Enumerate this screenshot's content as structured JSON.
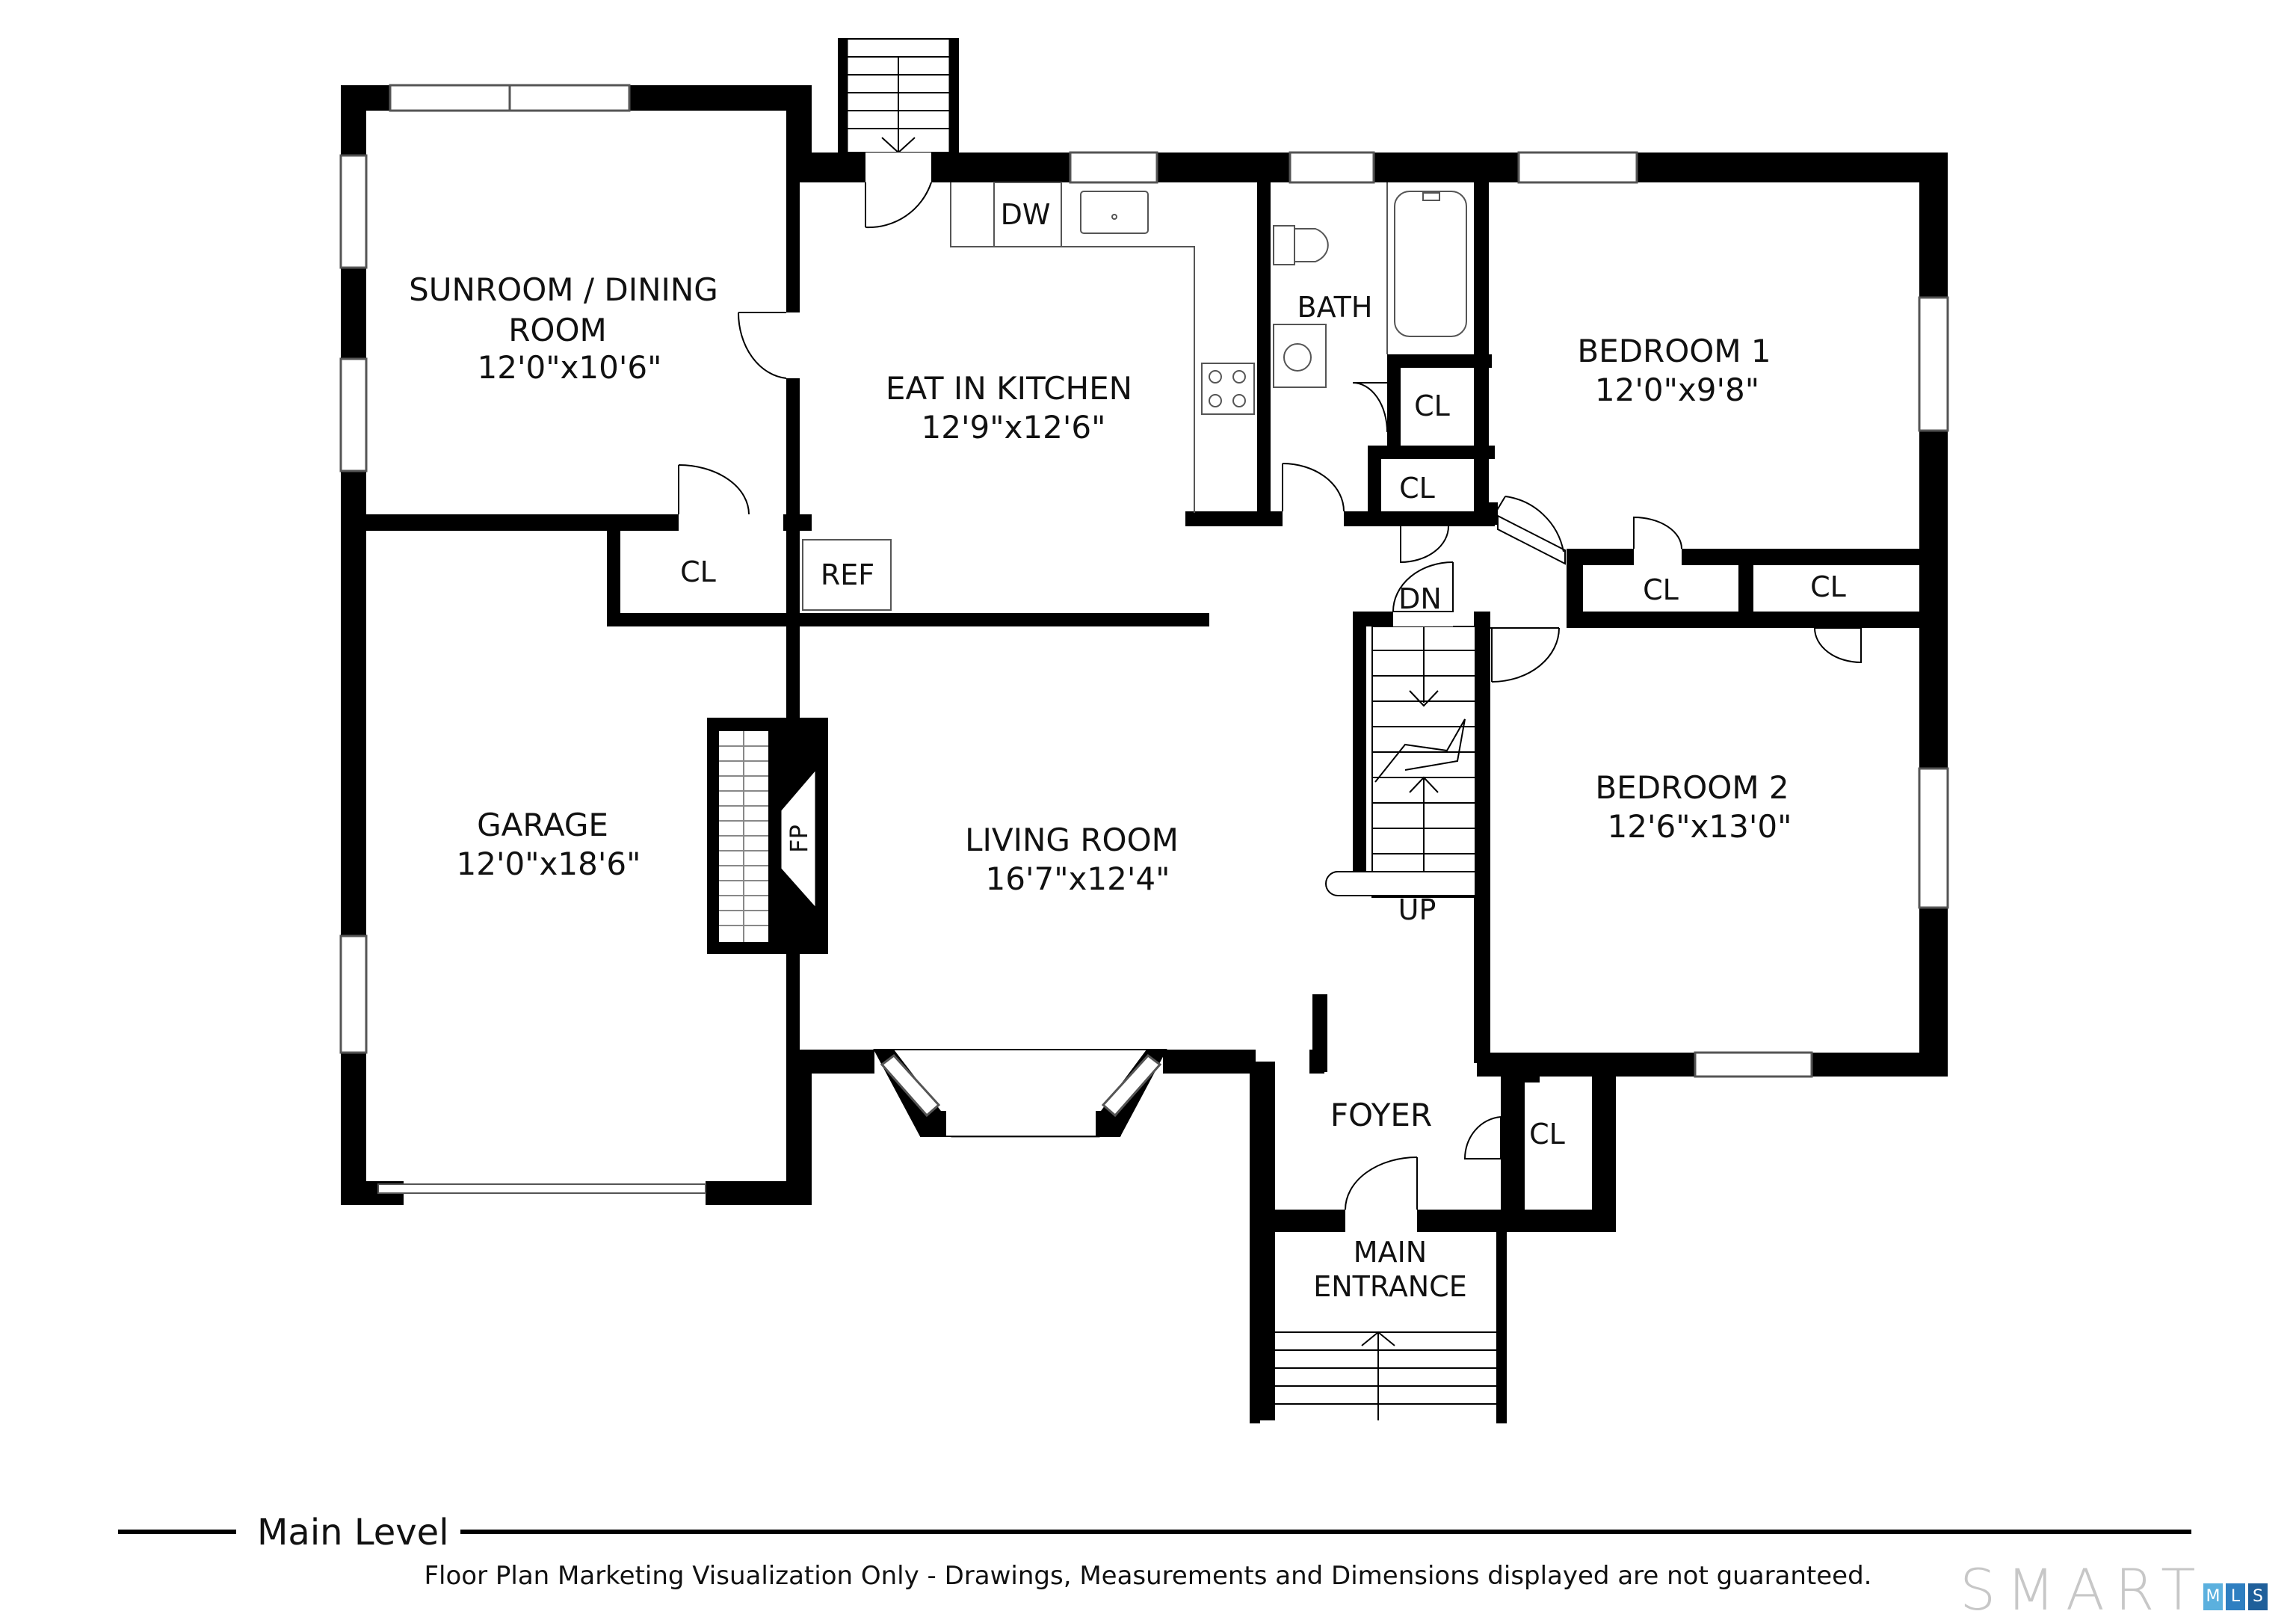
{
  "rooms": {
    "sunroom": {
      "name_1": "SUNROOM / DINING",
      "name_2": "ROOM",
      "size": "12'0\"x10'6\""
    },
    "kitchen": {
      "name": "EAT IN KITCHEN",
      "size": "12'9\"x12'6\""
    },
    "bath": {
      "name": "BATH"
    },
    "bedroom1": {
      "name": "BEDROOM 1",
      "size": "12'0\"x9'8\""
    },
    "bedroom2": {
      "name": "BEDROOM 2",
      "size": "12'6\"x13'0\""
    },
    "garage": {
      "name": "GARAGE",
      "size": "12'0\"x18'6\""
    },
    "living": {
      "name": "LIVING ROOM",
      "size": "16'7\"x12'4\""
    },
    "foyer": {
      "name": "FOYER"
    },
    "entrance": {
      "name_1": "MAIN",
      "name_2": "ENTRANCE"
    }
  },
  "fixtures": {
    "dw": "DW",
    "ref": "REF",
    "fp": "FP",
    "closet": "CL",
    "stairs_down": "DN",
    "stairs_up": "UP"
  },
  "legend": {
    "level": "Main Level",
    "disclaimer": "Floor Plan Marketing Visualization Only - Drawings, Measurements and Dimensions displayed are not guaranteed."
  },
  "logo": {
    "word": "SMART",
    "mls_letters": [
      "M",
      "L",
      "S"
    ],
    "mls_colors": [
      "#5bb0de",
      "#2f7fc1",
      "#1f5f9a"
    ]
  }
}
